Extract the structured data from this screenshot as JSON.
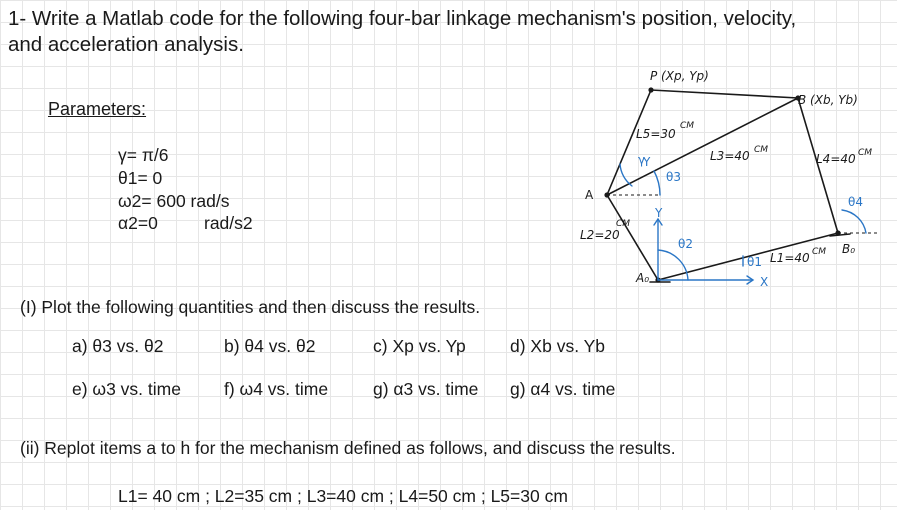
{
  "title_line1": "1- Write a Matlab code for the following four-bar linkage mechanism's position, velocity,",
  "title_line2": "and acceleration analysis.",
  "parameters_heading": "Parameters:",
  "parameters": [
    {
      "label": "γ= π/6"
    },
    {
      "label": "θ1= 0"
    },
    {
      "label": "ω2= 600 rad/s"
    },
    {
      "label": "α2=0",
      "unit": "rad/s2"
    }
  ],
  "part1": {
    "heading": "(I) Plot the following quantities and then discuss the results.",
    "items": [
      "a) θ3 vs. θ2",
      "b) θ4 vs. θ2",
      "c) Xp vs. Yp",
      "d) Xb vs. Yb",
      "e) ω3 vs. time",
      "f) ω4 vs. time",
      "g) α3 vs. time",
      "g) α4 vs. time"
    ]
  },
  "part2": {
    "heading": "(ii) Replot items a to h for the mechanism defined as follows, and discuss the results.",
    "spec": "L1= 40 cm ; L2=35 cm ; L3=40 cm ; L4=50 cm ; L5=30 cm"
  },
  "diagram": {
    "label_p": "P (Xp, Yp)",
    "label_b": "B (Xb, Yb)",
    "label_a": "A",
    "label_a0": "A₀",
    "label_b0": "B₀",
    "label_l5": "L5=30",
    "label_l3": "L3=40",
    "label_l4": "L4=40",
    "label_l2": "L2=20",
    "label_l1": "L1=40",
    "unit_cm": "CM",
    "label_gamma": "γ",
    "label_theta3": "θ3",
    "label_theta2": "θ2",
    "label_theta4": "θ4",
    "label_theta1": "θ1",
    "label_x": "X",
    "label_y1": "Y",
    "label_y2": "Y"
  },
  "colors": {
    "ink": "#1a1a1a",
    "blue": "#2a76c6",
    "grid": "#e6e6e6"
  }
}
